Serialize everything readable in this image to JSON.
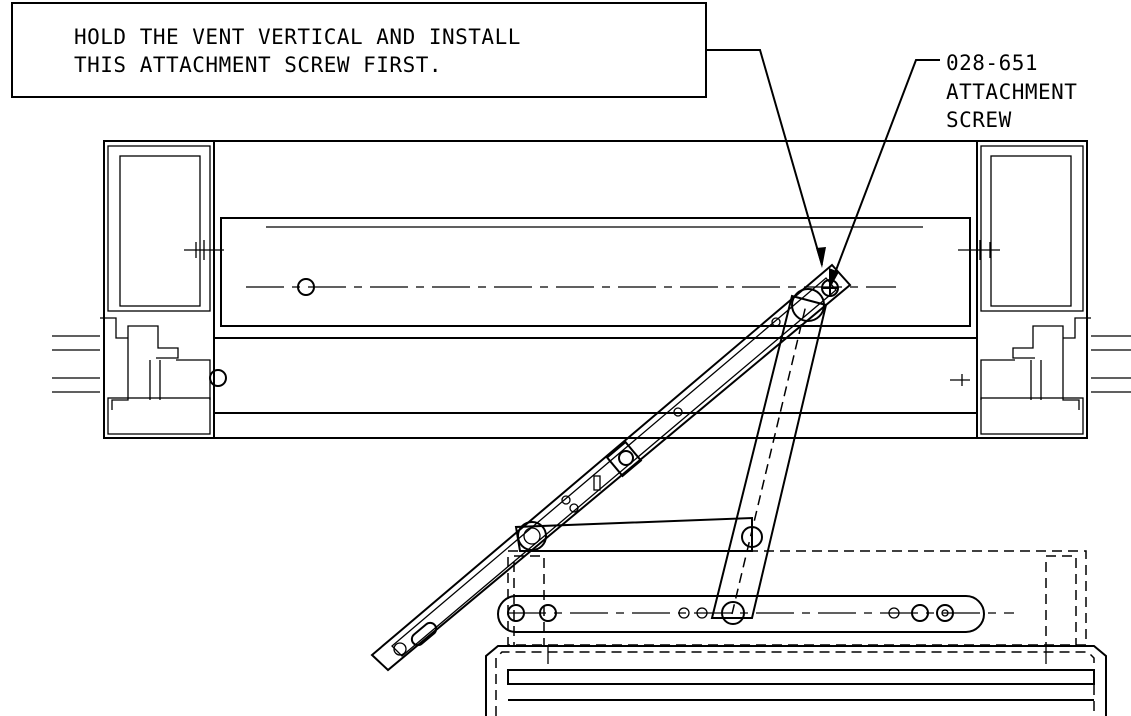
{
  "note": {
    "lines": [
      "HOLD THE VENT VERTICAL AND INSTALL",
      "THIS ATTACHMENT SCREW FIRST."
    ]
  },
  "callout": {
    "lines": [
      "028-651",
      "ATTACHMENT",
      "SCREW"
    ]
  }
}
